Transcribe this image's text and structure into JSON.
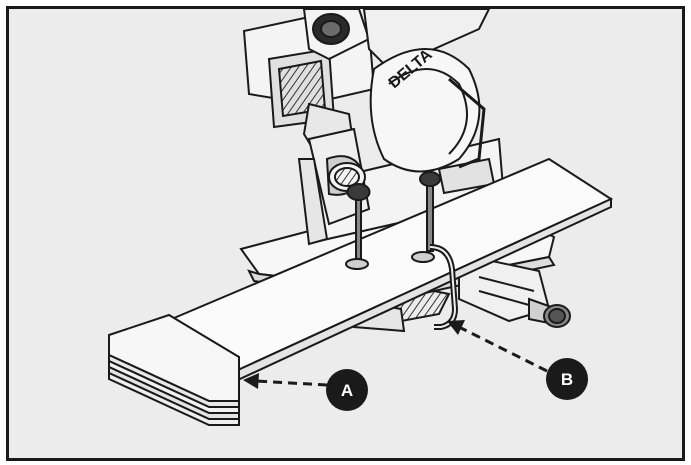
{
  "figure": {
    "background_color": "#ececec",
    "line_color": "#1a1a1a",
    "brand_text": "DELTA",
    "callouts": [
      {
        "letter": "A",
        "target": "stacked-support-blocks"
      },
      {
        "letter": "B",
        "target": "hold-down-clamp"
      }
    ]
  }
}
